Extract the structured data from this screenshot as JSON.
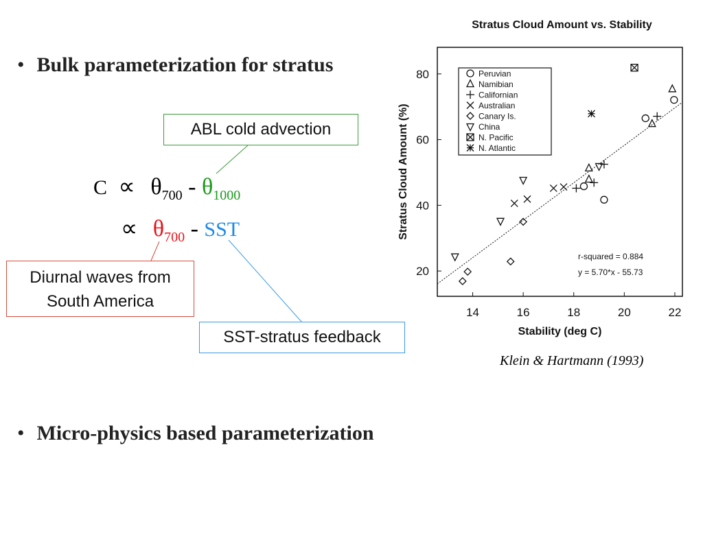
{
  "bullets": [
    "Bulk parameterization for stratus",
    "Micro-physics based parameterization"
  ],
  "bullet_symbol": "•",
  "equation": {
    "C": "C",
    "prop": "∝",
    "theta": "θ",
    "sub700": "700",
    "minus": "-",
    "sub1000": "1000",
    "sst": "SST"
  },
  "callouts": {
    "abl": "ABL cold advection",
    "diurnal_line1": "Diurnal waves from",
    "diurnal_line2": "South America",
    "sst": "SST-stratus feedback"
  },
  "colors": {
    "green": "#1a9a1a",
    "red": "#e8141a",
    "blue": "#1a8ae8",
    "abl_border": "#3a9a3a",
    "diurnal_border": "#d84a3a",
    "sst_border": "#3a9ae0"
  },
  "citation": "Klein & Hartmann (1993)",
  "chart_data": {
    "type": "scatter",
    "title": "Stratus Cloud Amount vs. Stability",
    "xlabel": "Stability (deg C)",
    "ylabel": "Stratus Cloud Amount (%)",
    "xlim": [
      12.6,
      22.3
    ],
    "ylim": [
      12.3,
      88.1
    ],
    "xticks": [
      14,
      16,
      18,
      20,
      22
    ],
    "yticks": [
      20,
      40,
      60,
      80
    ],
    "legend_position": "top-left",
    "annotations": [
      "r-squared = 0.884",
      "y = 5.70*x - 55.73"
    ],
    "fit": {
      "slope": 5.7,
      "intercept": -55.73
    },
    "series": [
      {
        "name": "Peruvian",
        "marker": "circle",
        "points": [
          [
            20.84,
            66.5
          ],
          [
            21.97,
            72.1
          ],
          [
            18.4,
            45.8
          ],
          [
            19.2,
            41.7
          ]
        ]
      },
      {
        "name": "Namibian",
        "marker": "triangle-up",
        "points": [
          [
            21.1,
            64.8
          ],
          [
            21.9,
            75.4
          ],
          [
            18.6,
            51.3
          ],
          [
            18.6,
            47.9
          ]
        ]
      },
      {
        "name": "Californian",
        "marker": "plus",
        "points": [
          [
            21.3,
            67.1
          ],
          [
            19.2,
            52.5
          ],
          [
            18.8,
            46.9
          ],
          [
            18.1,
            45.2
          ]
        ]
      },
      {
        "name": "Australian",
        "marker": "x",
        "points": [
          [
            15.65,
            40.6
          ],
          [
            16.16,
            41.9
          ],
          [
            17.2,
            45.2
          ],
          [
            17.6,
            45.6
          ]
        ]
      },
      {
        "name": "Canary Is.",
        "marker": "diamond",
        "points": [
          [
            16.0,
            35.0
          ],
          [
            15.5,
            22.9
          ],
          [
            13.8,
            19.8
          ],
          [
            13.6,
            16.9
          ]
        ]
      },
      {
        "name": "China",
        "marker": "triangle-down",
        "points": [
          [
            16.0,
            47.7
          ],
          [
            15.1,
            35.2
          ],
          [
            13.3,
            24.4
          ],
          [
            19.0,
            51.9
          ]
        ]
      },
      {
        "name": "N. Pacific",
        "marker": "boxx",
        "points": [
          [
            20.4,
            81.9
          ]
        ]
      },
      {
        "name": "N. Atlantic",
        "marker": "asterisk",
        "points": [
          [
            18.7,
            67.9
          ]
        ]
      }
    ]
  }
}
